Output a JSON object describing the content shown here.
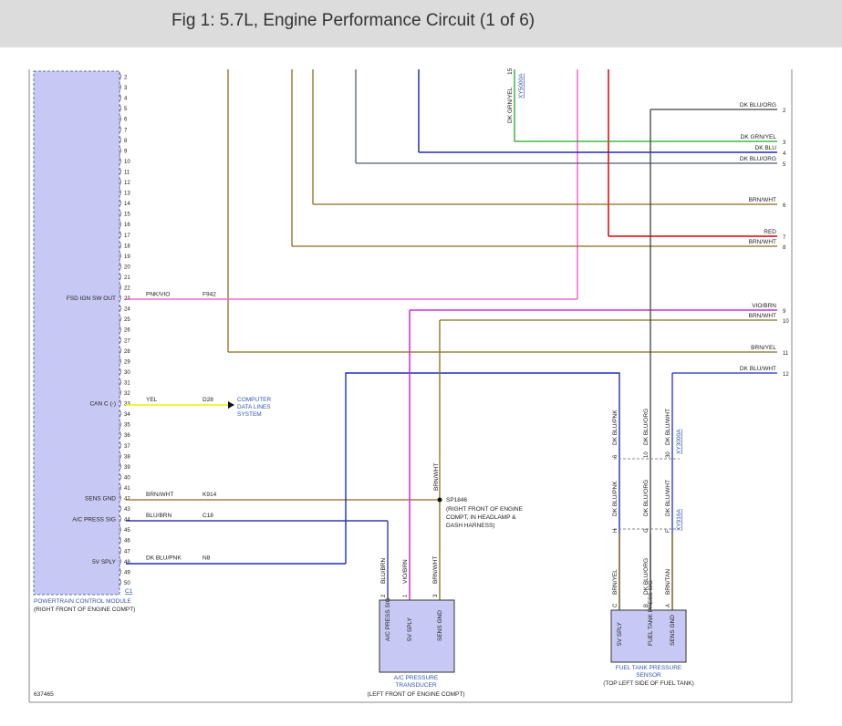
{
  "header": {
    "title": "Fig 1: 5.7L, Engine Performance Circuit (1 of 6)"
  },
  "figure_id": "637465",
  "colors": {
    "pink": "#ff66cc",
    "brown": "#8b6b1e",
    "dark_blue": "#1f2fb8",
    "violet": "#d42bd4",
    "yellow": "#f0f000",
    "green": "#22aa22",
    "red": "#dd0000",
    "dark_grey": "#404040",
    "slate": "#555a7a",
    "module_fill": "#c8c8f4"
  },
  "pcm": {
    "title": "POWERTRAIN CONTROL MODULE",
    "location": "(RIGHT FRONT OF ENGINE COMPT)",
    "connector": "C1",
    "pins": [
      "2",
      "3",
      "4",
      "5",
      "6",
      "7",
      "8",
      "9",
      "10",
      "11",
      "12",
      "13",
      "14",
      "15",
      "16",
      "17",
      "18",
      "19",
      "20",
      "21",
      "22",
      "23",
      "24",
      "25",
      "26",
      "27",
      "28",
      "29",
      "30",
      "31",
      "32",
      "33",
      "34",
      "35",
      "36",
      "37",
      "38",
      "39",
      "40",
      "41",
      "42",
      "43",
      "44",
      "45",
      "46",
      "47",
      "48",
      "49",
      "50"
    ],
    "functions": [
      {
        "pin": "23",
        "label": "FSD IGN SW OUT"
      },
      {
        "pin": "33",
        "label": "CAN C (-)"
      },
      {
        "pin": "42",
        "label": "SENS GND"
      },
      {
        "pin": "44",
        "label": "A/C PRESS SIG"
      },
      {
        "pin": "48",
        "label": "5V SPLY"
      }
    ]
  },
  "pcm_wires": [
    {
      "pin": "23",
      "color": "PNK/VIO",
      "circuit": "F942"
    },
    {
      "pin": "33",
      "color": "YEL",
      "circuit": "D28"
    },
    {
      "pin": "42",
      "color": "BRN/WHT",
      "circuit": "K914"
    },
    {
      "pin": "44",
      "color": "BLU/BRN",
      "circuit": "C18"
    },
    {
      "pin": "48",
      "color": "DK BLU/PNK",
      "circuit": "N8"
    }
  ],
  "computer_data_lines": [
    "COMPUTER",
    "DATA LINES",
    "SYSTEM"
  ],
  "top_wire": {
    "color": "DK GRN/YEL",
    "circuit": "15",
    "connector": "XY5000A"
  },
  "right_wires": [
    {
      "num": "2",
      "color": "DK BLU/ORG"
    },
    {
      "num": "3",
      "color": "DK GRN/YEL"
    },
    {
      "num": "4",
      "color": "DK BLU"
    },
    {
      "num": "5",
      "color": "DK BLU/ORG"
    },
    {
      "num": "6",
      "color": "BRN/WHT"
    },
    {
      "num": "7",
      "color": "RED"
    },
    {
      "num": "8",
      "color": "BRN/WHT"
    },
    {
      "num": "9",
      "color": "VIO/BRN"
    },
    {
      "num": "10",
      "color": "BRN/WHT"
    },
    {
      "num": "11",
      "color": "BRN/YEL"
    },
    {
      "num": "12",
      "color": "DK BLU/WHT"
    }
  ],
  "splice": {
    "id": "SP1846",
    "lines": [
      "(RIGHT FRONT OF ENGINE",
      "COMPT, IN HEADLAMP &",
      "DASH HARNESS)"
    ],
    "wire": "BRN/WHT"
  },
  "ac_sensor": {
    "title": "A/C PRESSURE",
    "title2": "TRANSDUCER",
    "location": "(LEFT FRONT OF ENGINE COMPT)",
    "pins": [
      {
        "num": "2",
        "color": "BLU/BRN",
        "label": "A/C PRESS SIG"
      },
      {
        "num": "1",
        "color": "VIO/BRN",
        "label": "5V SPLY"
      },
      {
        "num": "3",
        "color": "BRN/WHT",
        "label": "SENS GND"
      }
    ]
  },
  "fuel_sensor": {
    "title": "FUEL TANK PRESSURE",
    "title2": "SENSOR",
    "location": "(TOP LEFT SIDE OF FUEL TANK)",
    "upper_colors": [
      "DK BLU/PNK",
      "DK BLU/ORG",
      "DK BLU/WHT"
    ],
    "upper_pins": [
      "6",
      "10",
      "30"
    ],
    "upper_connector": "XY3000A",
    "mid_colors": [
      "DK BLU/PNK",
      "DK BLU/ORG",
      "DK BLU/WHT"
    ],
    "mid_pins": [
      "H",
      "G",
      "F"
    ],
    "mid_connector": "XY916A",
    "lower_colors": [
      "BRN/YEL",
      "DK BLU/ORG",
      "BRN/TAN"
    ],
    "pins": [
      {
        "num": "C",
        "label": "5V SPLY"
      },
      {
        "num": "B",
        "label": "FUEL TANK PRESS SIG"
      },
      {
        "num": "A",
        "label": "SENS GND"
      }
    ]
  }
}
